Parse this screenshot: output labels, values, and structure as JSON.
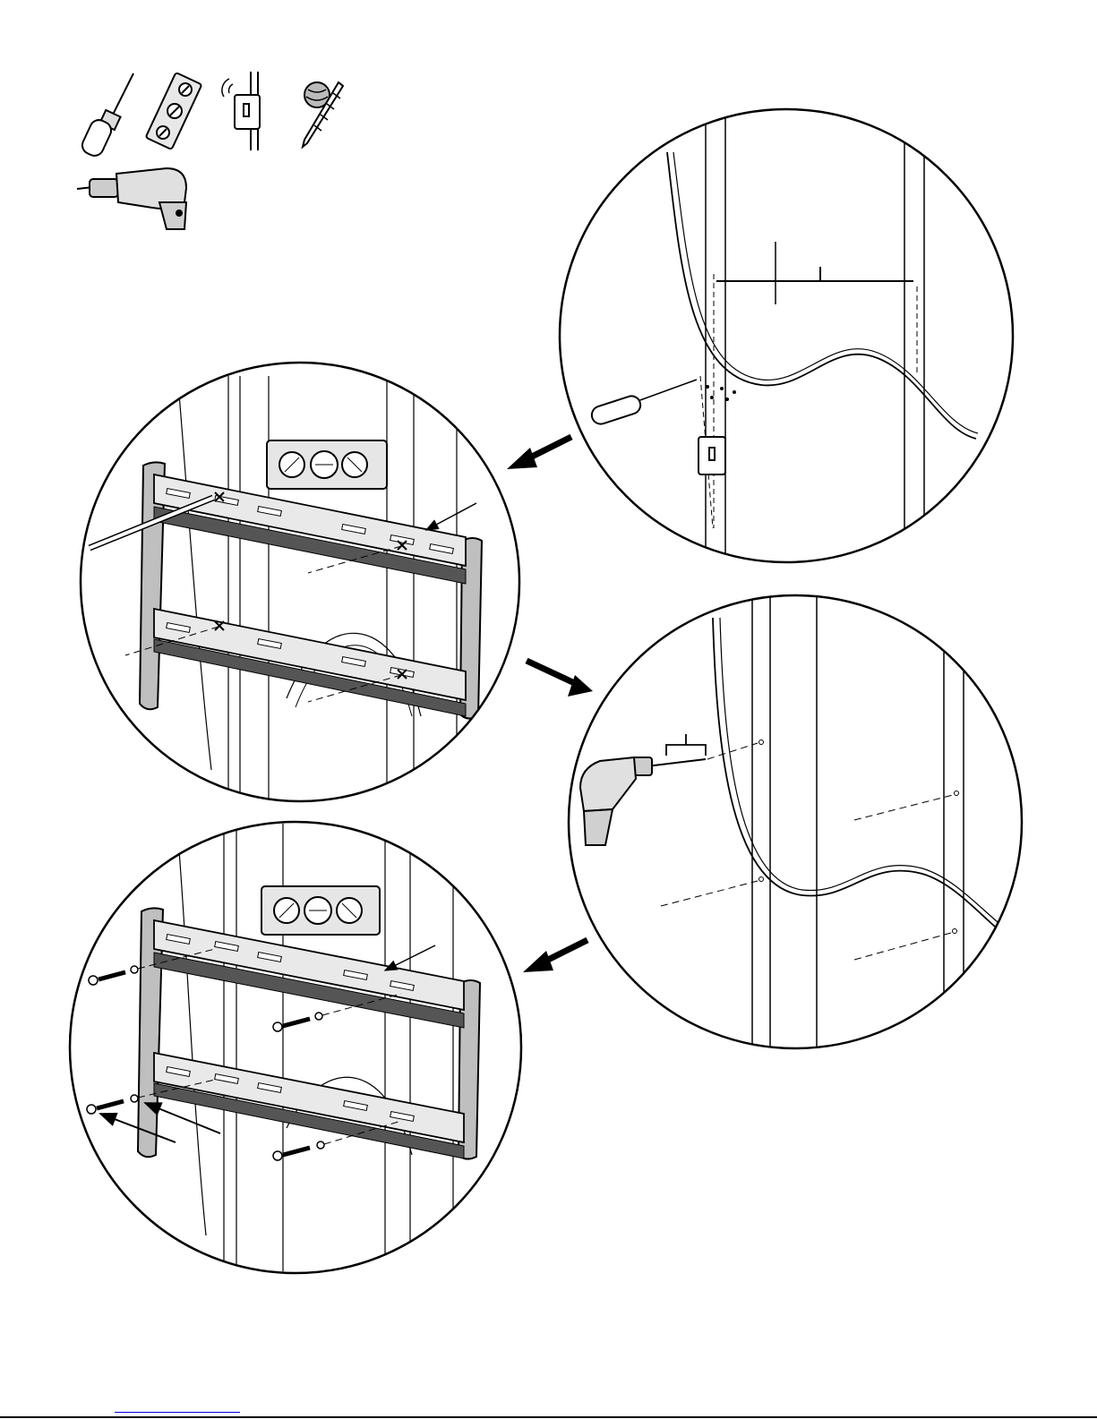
{
  "figure": {
    "type": "installation-diagram",
    "subject": "TV wall mount",
    "tools": [
      {
        "icon": "screwdriver-awl-icon"
      },
      {
        "icon": "level-icon"
      },
      {
        "icon": "stud-finder-icon"
      },
      {
        "icon": "drill-bit-icon"
      },
      {
        "icon": "power-drill-icon"
      }
    ],
    "steps": [
      {
        "icon": "mark-stud-detail",
        "arrow_to_next": "arrow-down-left-icon"
      },
      {
        "icon": "level-and-mark-detail",
        "arrow_to_next": "arrow-down-right-icon"
      },
      {
        "icon": "drill-pilot-holes-detail",
        "arrow_to_next": "arrow-down-left-icon"
      },
      {
        "icon": "attach-with-lag-bolts-detail"
      }
    ],
    "colors": {
      "ink": "#000000",
      "paper": "#ffffff",
      "link": "#0000ee"
    }
  }
}
